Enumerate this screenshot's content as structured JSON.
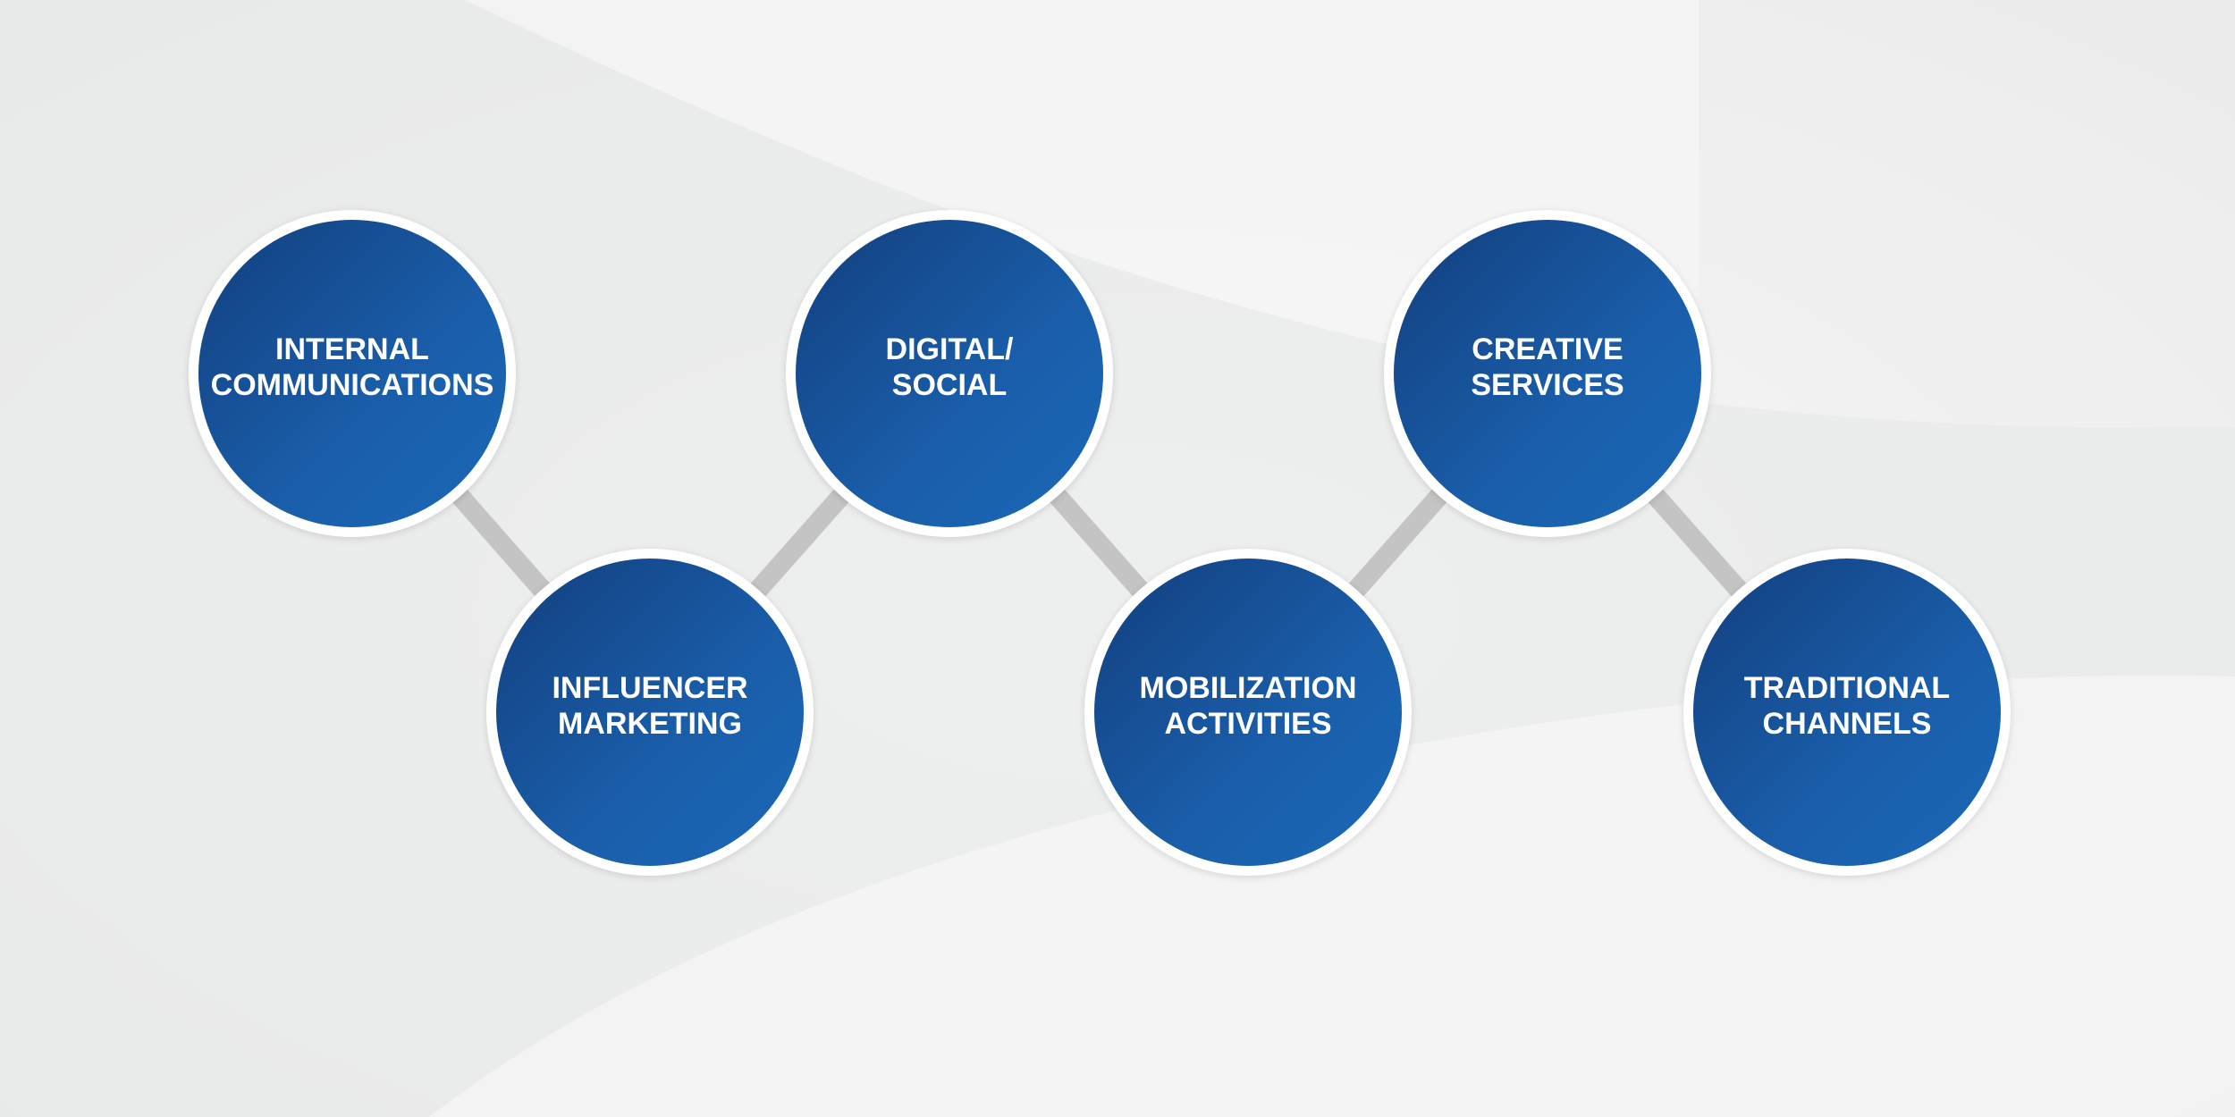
{
  "nodes": [
    {
      "lines": [
        "INTERNAL",
        "COMMUNICATIONS"
      ]
    },
    {
      "lines": [
        "INFLUENCER",
        "MARKETING"
      ]
    },
    {
      "lines": [
        "DIGITAL/",
        "SOCIAL"
      ]
    },
    {
      "lines": [
        "MOBILIZATION",
        "ACTIVITIES"
      ]
    },
    {
      "lines": [
        "CREATIVE",
        "SERVICES"
      ]
    },
    {
      "lines": [
        "TRADITIONAL",
        "CHANNELS"
      ]
    }
  ],
  "colors": {
    "circle_dark": "#134787",
    "circle_light": "#1a66b4",
    "ring": "#ffffff",
    "connector": "#c4c4c4",
    "background": "#f1f1f1"
  }
}
